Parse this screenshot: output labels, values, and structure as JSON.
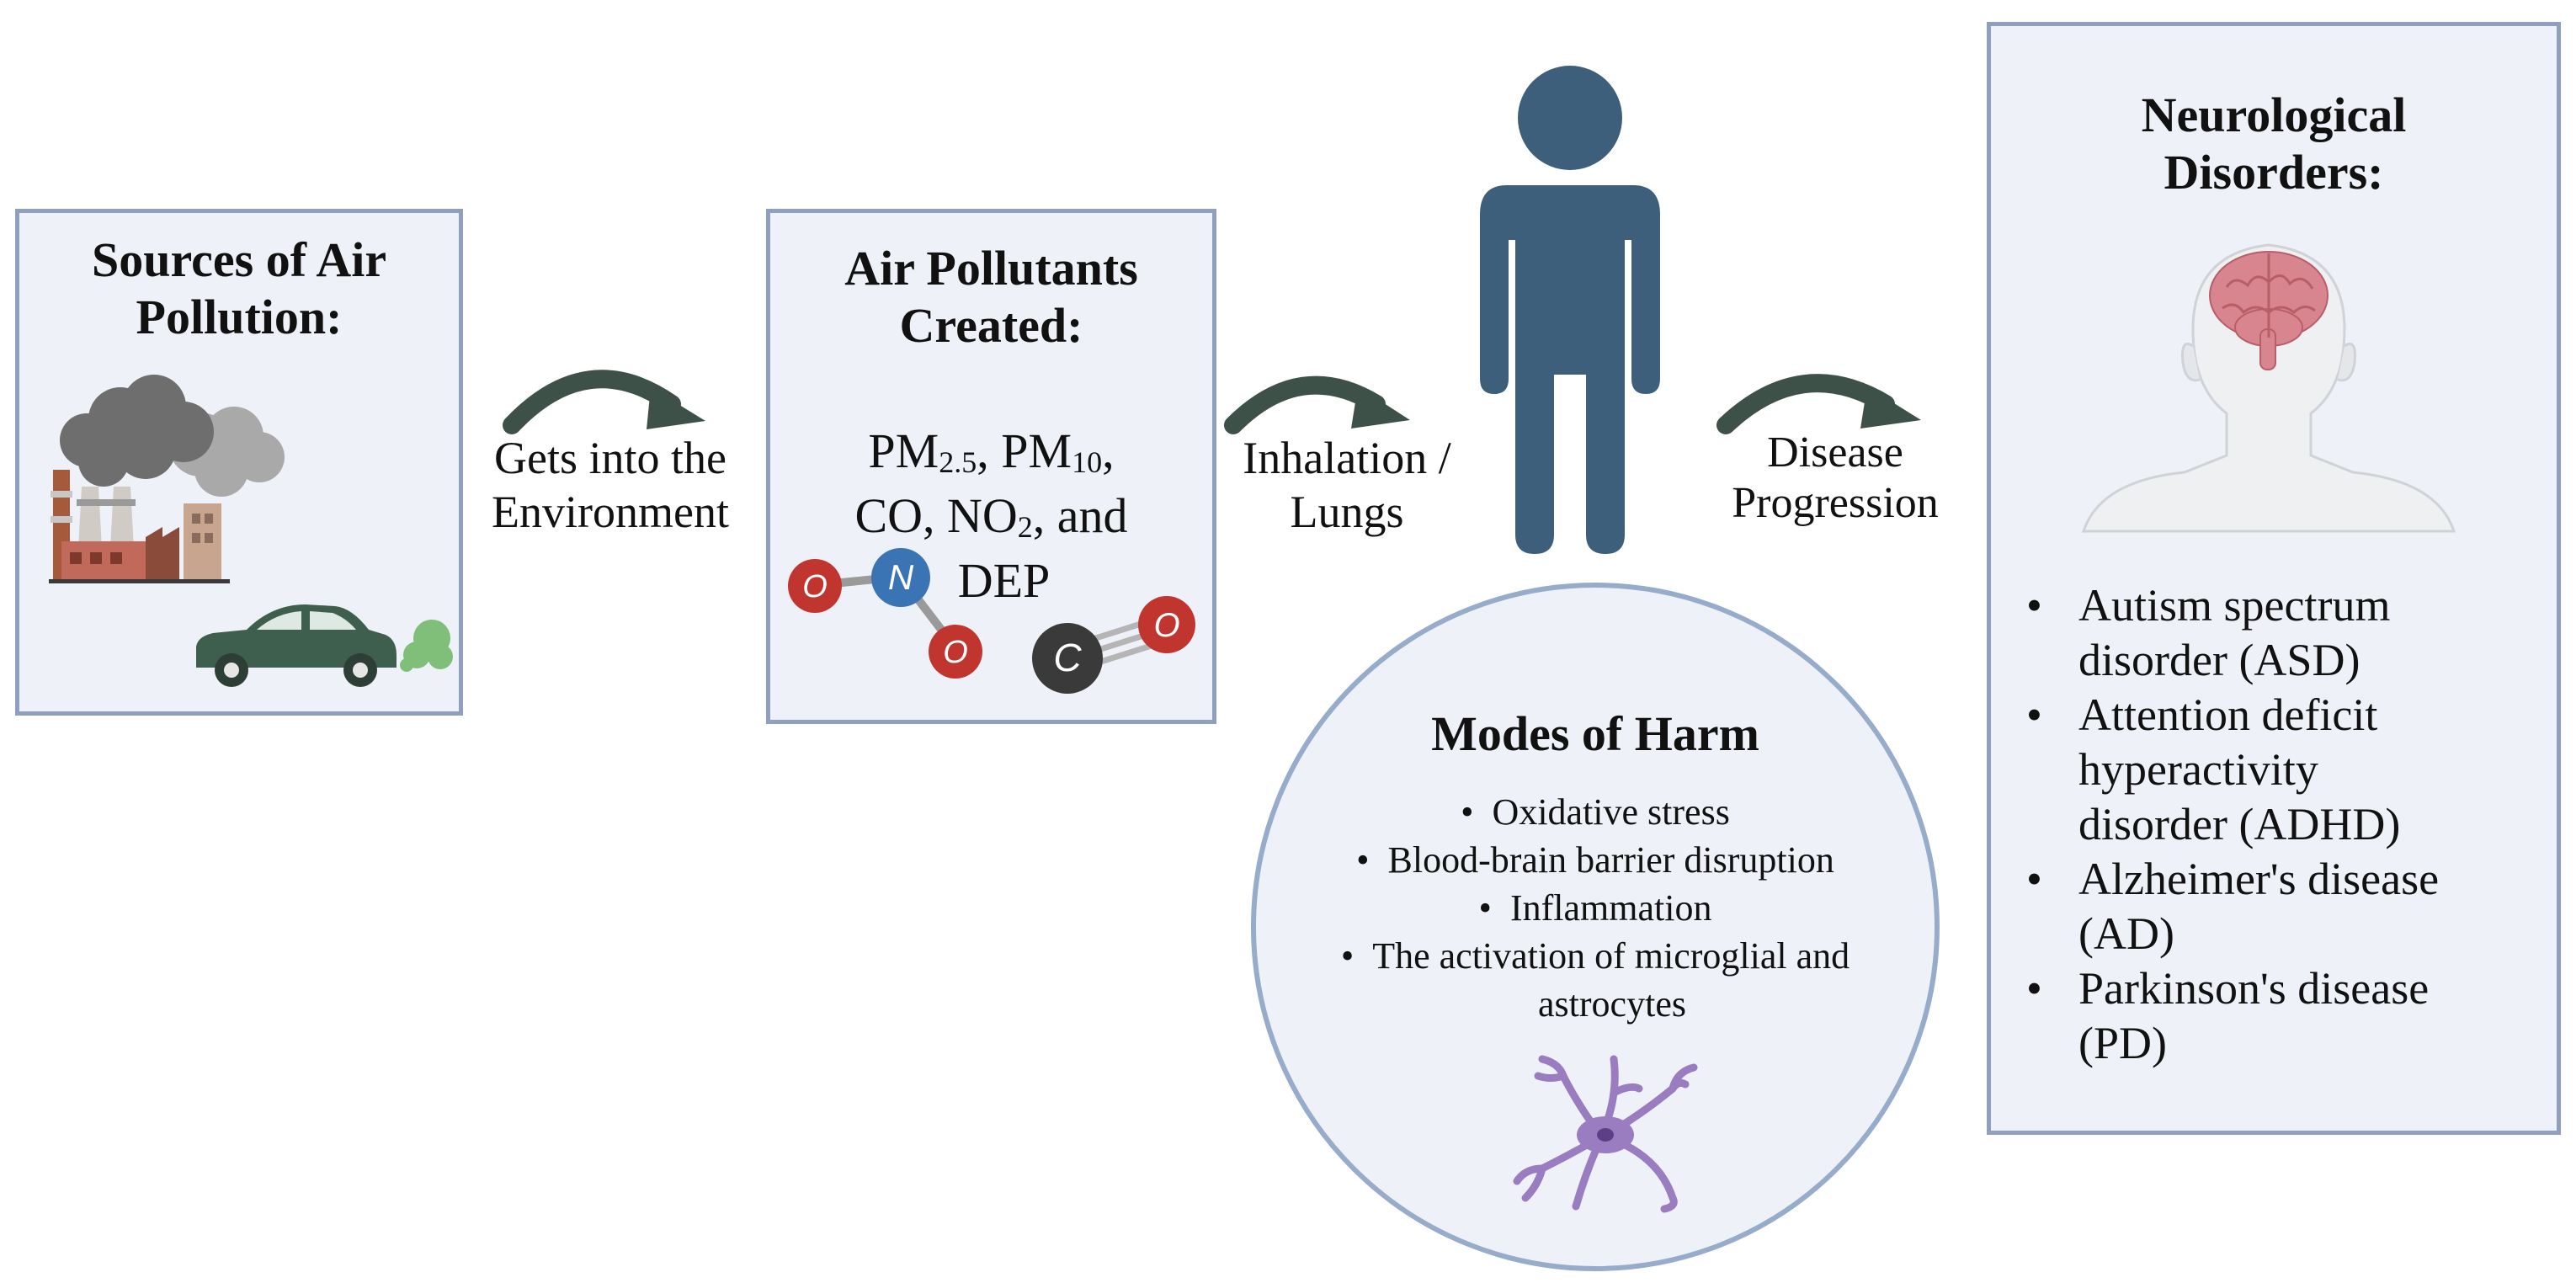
{
  "sources": {
    "title_line1": "Sources of Air",
    "title_line2": "Pollution:",
    "icons": [
      "factory-icon",
      "smoke-cloud-icon",
      "car-icon",
      "exhaust-icon"
    ]
  },
  "connector1": {
    "line1": "Gets into the",
    "line2": "Environment"
  },
  "pollutants": {
    "title_line1": "Air Pollutants",
    "title_line2": "Created:",
    "pm_a": "PM",
    "pm_a_sub": "2.5",
    "pm_b": ", PM",
    "pm_b_sub": "10",
    "pm_b_end": ",",
    "co_no": "CO, NO",
    "no_sub": "2",
    "and": ", and",
    "dep": "DEP",
    "molecule_no2": {
      "center": "N",
      "left": "O",
      "right": "O"
    },
    "molecule_co": {
      "left": "C",
      "right": "O"
    }
  },
  "connector2": {
    "line1": "Inhalation /",
    "line2": "Lungs"
  },
  "connector3": {
    "line1": "Disease",
    "line2": "Progression"
  },
  "harm": {
    "title": "Modes of Harm",
    "items": [
      "Oxidative stress",
      "Blood-brain barrier disruption",
      "Inflammation",
      "The activation of microglial and"
    ],
    "item4_cont": "astrocytes",
    "icon": "neuron-icon"
  },
  "disorders": {
    "title_line1": "Neurological",
    "title_line2": "Disorders:",
    "icon": "head-brain-icon",
    "items": [
      {
        "line1": "Autism spectrum",
        "line2": "disorder (ASD)"
      },
      {
        "line1": "Attention deficit",
        "line2": "hyperactivity",
        "line3": "disorder (ADHD)"
      },
      {
        "line1": "Alzheimer's disease",
        "line2": "(AD)"
      },
      {
        "line1": "Parkinson's disease",
        "line2": "(PD)"
      }
    ]
  },
  "colors": {
    "box_fill": "#eef2f8",
    "box_border": "#8f9fbd",
    "arrow": "#3e5149",
    "person": "#3d5f7b",
    "oxygen": "#c0362f",
    "nitrogen": "#3a74b4",
    "carbon": "#3a3a3a",
    "car": "#3f5f4e",
    "neuron": "#9a7cc1",
    "brain": "#d9858f"
  }
}
